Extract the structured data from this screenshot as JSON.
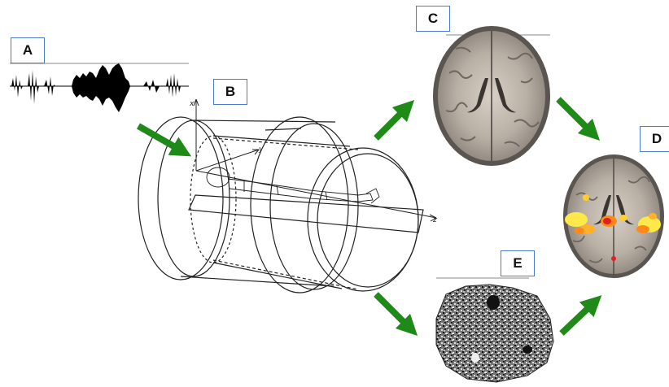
{
  "labels": {
    "a": "A",
    "b": "B",
    "c": "C",
    "d": "D",
    "e": "E"
  },
  "scanner_axes": {
    "x": "x",
    "y": "y",
    "z": "z"
  },
  "colors": {
    "arrow": "#1f8a18",
    "label_border": "#4a7bd0",
    "line": "#222222",
    "activation_hot": "#ffe94a",
    "activation_mid": "#ff8a1a",
    "activation_core": "#e02020"
  }
}
